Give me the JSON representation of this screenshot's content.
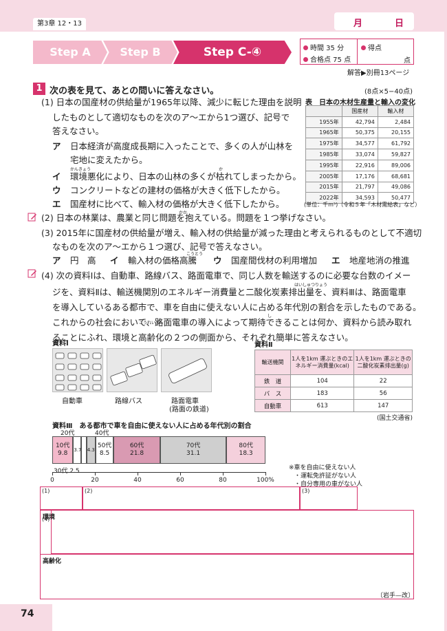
{
  "header": {
    "chapter": "第3章 12・13",
    "month_label": "月",
    "day_label": "日"
  },
  "steps": {
    "a": "Step A",
    "b": "Step B",
    "c": "Step C-④"
  },
  "info": {
    "time": "時間 35 分",
    "pass": "合格点 75 点",
    "score_label": "得点",
    "score_unit": "点"
  },
  "answer_ref": "解答▶別冊13ページ",
  "question": {
    "number": "1",
    "title": "次の表を見て、あとの問いに答えなさい。",
    "points": "(8点×5−40点)",
    "q1": [
      "(1) 日本の国産材の供給量が1965年以降、減少に転じた理由を説明",
      "したものとして適切なものを次のア〜エから1つ選び、記号で",
      "答えなさい。"
    ],
    "q1_choices": [
      {
        "key": "ア",
        "lines": [
          "日本経済が高度成長期に入ったことで、多くの人が山林を",
          "宅地に変えたから。"
        ]
      },
      {
        "key": "イ",
        "lines": [
          "環境悪化により、日本の山林の多くが枯れてしまったから。"
        ]
      },
      {
        "key": "ウ",
        "lines": [
          "コンクリートなどの建材の価格が大きく低下したから。"
        ]
      },
      {
        "key": "エ",
        "lines": [
          "国産材に比べて、輸入材の価格が大きく低下したから。"
        ]
      }
    ],
    "q2": "(2) 日本の林業は、農業と同じ問題を抱えている。問題を１つ挙げなさい。",
    "q3": [
      "(3) 2015年に国産材の供給量が増え、輸入材の供給量が減った理由と考えられるものとして不適切",
      "なものを次のア〜エから１つ選び、記号で答えなさい。"
    ],
    "q3_choices": [
      {
        "key": "ア",
        "text": "円　高"
      },
      {
        "key": "イ",
        "text": "輸入材の価格高騰"
      },
      {
        "key": "ウ",
        "text": "国産間伐材の利用増加"
      },
      {
        "key": "エ",
        "text": "地産地消の推進"
      }
    ],
    "q4": [
      "(4) 次の資料Ⅰは、自動車、路線バス、路面電車で、同じ人数を輸送するのに必要な台数のイメー",
      "ジを、資料Ⅱは、輸送機関別のエネルギー消費量と二酸化炭素排出量を、資料Ⅲは、路面電車",
      "を導入しているある都市で、車を自由に使えない人に占める年代別の割合を示したものである。",
      "これからの社会において、路面電車の導入によって期待できることは何か、資料から読み取れ",
      "ることにふれ、環境と高齢化の２つの側面から、それぞれ簡単に答えなさい。"
    ],
    "ruby": {
      "kakaete": "かか",
      "kanryou": "かんきょう",
      "kareru": "か",
      "koutou": "こうとう",
      "haishutsu": "はいしゅつりょう",
      "shimeru": "し",
      "koureika": "こうれい か"
    }
  },
  "wood_table": {
    "title": "表　日本の木材生産量と輸入の変化",
    "headers": [
      "",
      "国産材",
      "輸入材"
    ],
    "rows": [
      [
        "1955年",
        "42,794",
        "2,484"
      ],
      [
        "1965年",
        "50,375",
        "20,155"
      ],
      [
        "1975年",
        "34,577",
        "61,792"
      ],
      [
        "1985年",
        "33,074",
        "59,827"
      ],
      [
        "1995年",
        "22,916",
        "89,006"
      ],
      [
        "2005年",
        "17,176",
        "68,681"
      ],
      [
        "2015年",
        "21,797",
        "49,086"
      ],
      [
        "2022年",
        "34,593",
        "50,477"
      ]
    ],
    "note": "(単位：千m³)（令和５年「木材需給表」など）"
  },
  "material1": {
    "title": "資料Ⅰ",
    "captions": [
      "自動車",
      "路線バス",
      "路面電車",
      "(路面の鉄道)"
    ]
  },
  "material2": {
    "title": "資料Ⅱ",
    "headers": [
      "輸送機関",
      "1人を1km 運ぶときのエネルギー消費量(kcal)",
      "1人を1km 運ぶときの二酸化炭素排出量(g)"
    ],
    "rows": [
      [
        "鉄　道",
        "104",
        "22"
      ],
      [
        "バ　ス",
        "183",
        "56"
      ],
      [
        "自動車",
        "613",
        "147"
      ]
    ],
    "source": "(国土交通省)"
  },
  "material3": {
    "title": "資料Ⅲ　ある都市で車を自由に使えない人に占める年代別の割合",
    "label_20": "20代",
    "label_30": "30代 2.5",
    "label_40": "40代",
    "notes": [
      "※車を自由に使えない人",
      "・運転免許証がない人",
      "・自分専用の車がない人"
    ]
  },
  "chart_data": {
    "type": "bar",
    "stacked": true,
    "orientation": "horizontal",
    "title": "資料Ⅲ　ある都市で車を自由に使えない人に占める年代別の割合",
    "categories": [
      "10代",
      "20代",
      "30代",
      "40代",
      "50代",
      "60代",
      "70代",
      "80代"
    ],
    "values": [
      9.8,
      3.7,
      2.5,
      4.3,
      8.5,
      21.8,
      31.1,
      18.3
    ],
    "ticks": [
      "0",
      "20",
      "40",
      "60",
      "80",
      "100%"
    ],
    "xlim": [
      0,
      100
    ],
    "colors": [
      "#f4b9cb",
      "#ffffff",
      "#ffffff",
      "#cfcfcf",
      "#ffffff",
      "#d99ab2",
      "#cfcfcf",
      "#f4d0dc"
    ]
  },
  "answers": {
    "labels": [
      "(1)",
      "(2)",
      "(3)",
      "(4)"
    ],
    "env": "環境",
    "aging": "高齢化",
    "author": "〔岩手—改〕"
  },
  "footer": {
    "page": "74"
  }
}
